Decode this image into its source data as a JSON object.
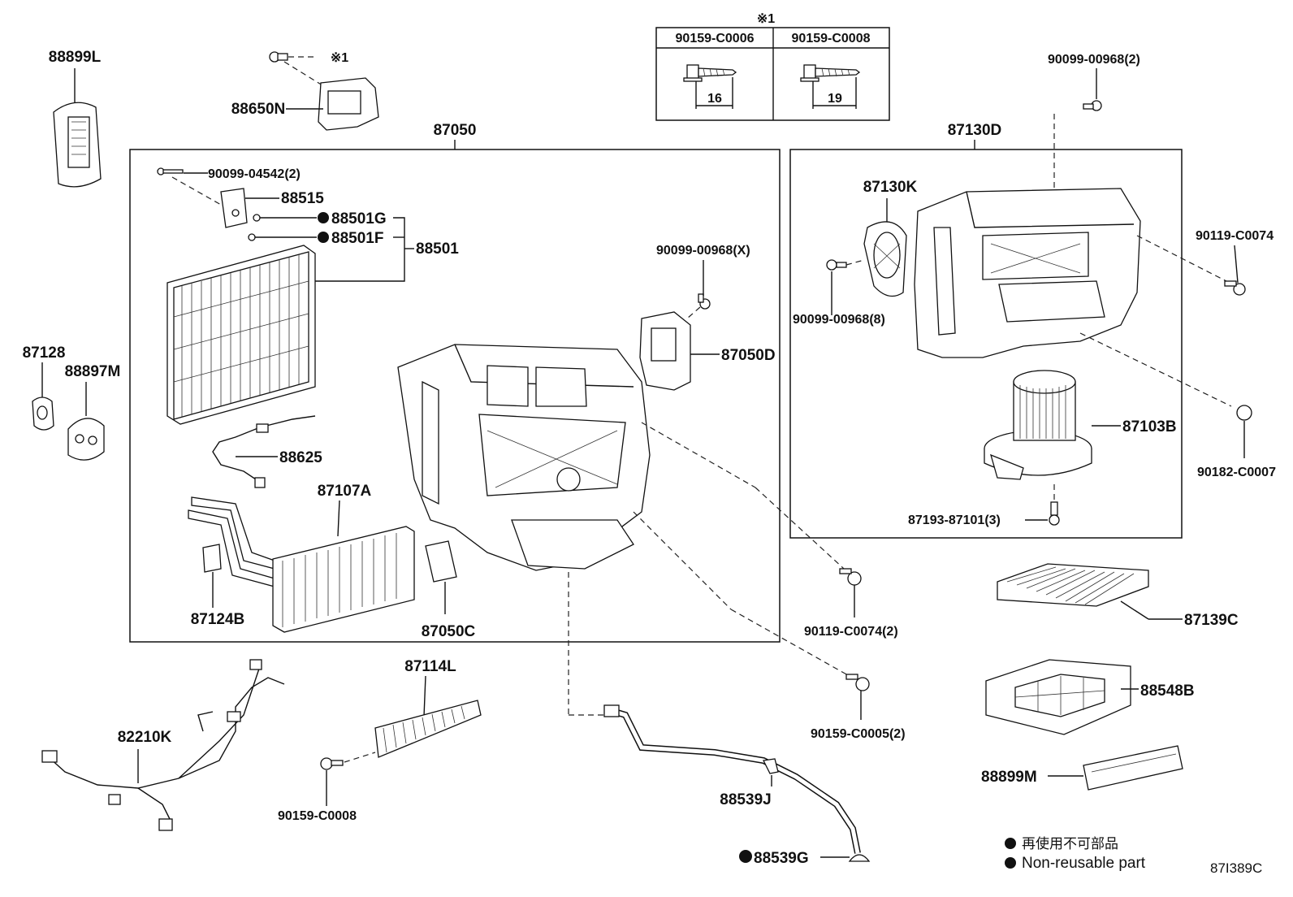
{
  "diagram": {
    "code": "87I389C",
    "legend": {
      "jp": "再使用不可部品",
      "en": "Non-reusable part"
    },
    "screw_table": {
      "mark": "※1",
      "col1": {
        "part": "90159-C0006",
        "length": "16"
      },
      "col2": {
        "part": "90159-C0008",
        "length": "19"
      }
    },
    "labels": {
      "p88899L": "88899L",
      "p88650N": "88650N",
      "mark1": "※1",
      "p87050": "87050",
      "p90099_04542": "90099-04542(2)",
      "p88515": "88515",
      "p88501G": "88501G",
      "p88501F": "88501F",
      "p88501": "88501",
      "p90099_00968X": "90099-00968(X)",
      "p87050D": "87050D",
      "p88625": "88625",
      "p87107A": "87107A",
      "p87124B": "87124B",
      "p87050C": "87050C",
      "p87128": "87128",
      "p88897M": "88897M",
      "p87130D": "87130D",
      "p87130K": "87130K",
      "p90099_00968_2": "90099-00968(2)",
      "p90119_C0074": "90119-C0074",
      "p90099_00968_8": "90099-00968(8)",
      "p87103B": "87103B",
      "p90182_C0007": "90182-C0007",
      "p87193_87101": "87193-87101(3)",
      "p90119_C0074_2": "90119-C0074(2)",
      "p87139C": "87139C",
      "p88548B": "88548B",
      "p88899M": "88899M",
      "p90159_C0005": "90159-C0005(2)",
      "p82210K": "82210K",
      "p87114L": "87114L",
      "p90159_C0008": "90159-C0008",
      "p88539J": "88539J",
      "p88539G": "88539G"
    }
  }
}
